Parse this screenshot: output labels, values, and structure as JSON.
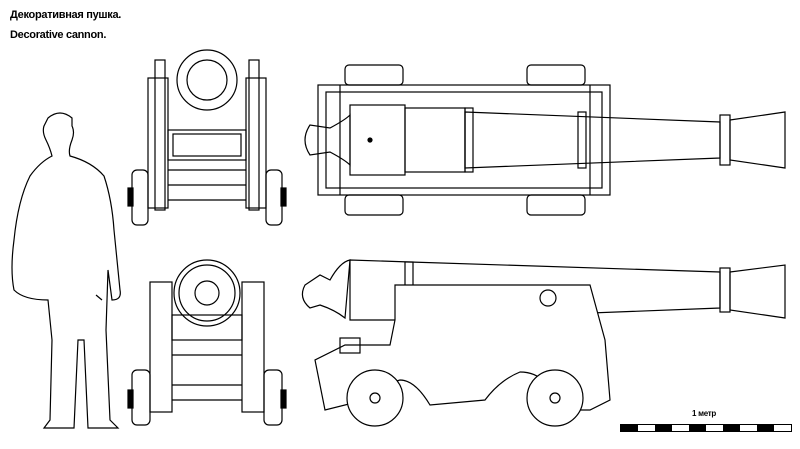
{
  "title_ru": "Декоративная  пушка.",
  "title_en": "Decorative cannon.",
  "scale_label": "1 метр",
  "watermark": "",
  "colors": {
    "ink": "#000000",
    "paper": "#ffffff"
  }
}
